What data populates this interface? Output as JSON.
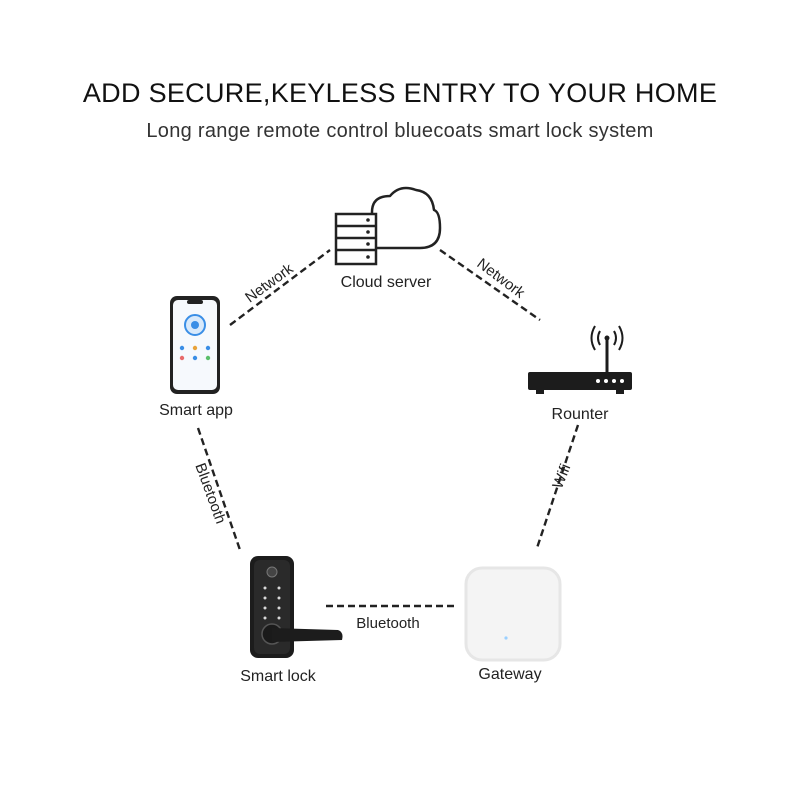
{
  "header": {
    "title": "ADD SECURE,KEYLESS ENTRY TO YOUR HOME",
    "subtitle": "Long range remote control bluecoats smart lock system"
  },
  "nodes": {
    "cloud_server": {
      "label": "Cloud server",
      "icon": "cloud-server-icon"
    },
    "smart_app": {
      "label": "Smart app",
      "icon": "smartphone-icon"
    },
    "router": {
      "label": "Rounter",
      "icon": "router-icon"
    },
    "smart_lock": {
      "label": "Smart lock",
      "icon": "smart-lock-icon"
    },
    "gateway": {
      "label": "Gateway",
      "icon": "gateway-icon"
    }
  },
  "links": {
    "app_cloud": {
      "label": "Network"
    },
    "cloud_router": {
      "label": "Network"
    },
    "app_lock": {
      "label": "Bluetooth"
    },
    "router_gateway": {
      "label": "Wifi"
    },
    "lock_gateway": {
      "label": "Bluetooth"
    }
  },
  "colors": {
    "line": "#222222",
    "phone_accent": "#3a8ee6",
    "device_dark": "#1c1c1c",
    "gateway_body": "#f4f4f4"
  }
}
